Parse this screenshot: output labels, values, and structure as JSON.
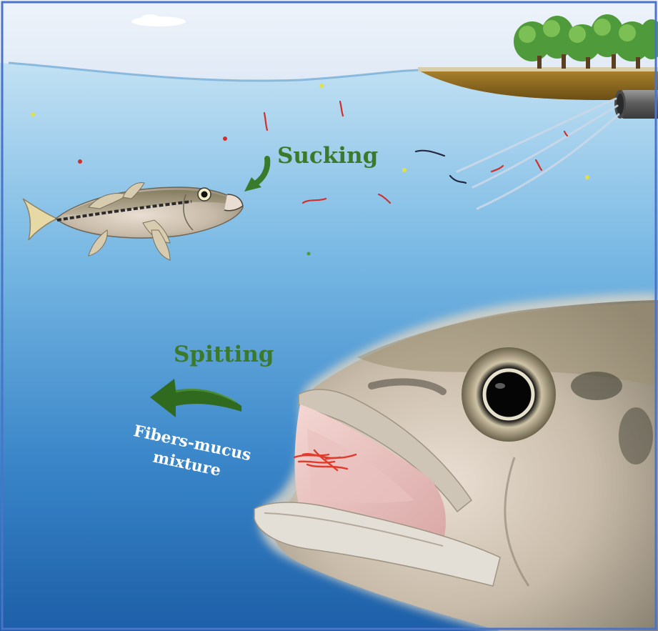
{
  "labels": {
    "sucking": "Sucking",
    "spitting": "Spitting",
    "mixture_line1": "Fibers-mucus",
    "mixture_line2": "mixture"
  },
  "colors": {
    "sky_top": "#f2f6fb",
    "water_top": "#b9dcf1",
    "water_mid": "#5aa6d8",
    "water_bottom": "#1f66b0",
    "label_green": "#3c7a2b",
    "arrow_green": "#2f6a1f",
    "fiber_red": "#d0302c",
    "border": "#4a73c9"
  },
  "icons": {
    "small_fish": "bass-fish-illustration",
    "large_fish": "fish-head-closeup",
    "pipe": "wastewater-pipe",
    "trees": "tree-line",
    "cloud": "cloud"
  }
}
